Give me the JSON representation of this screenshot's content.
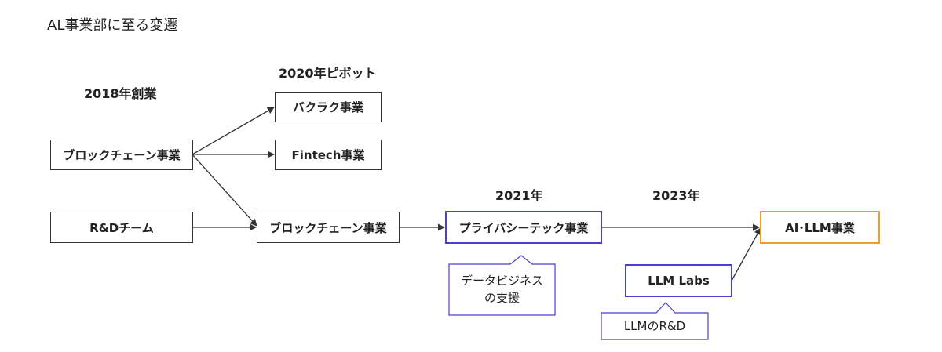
{
  "title": "AL事業部に至る変遷",
  "labels": {
    "founded": "2018年創業",
    "pivot": "2020年ピボット",
    "y2021": "2021年",
    "y2023": "2023年"
  },
  "nodes": {
    "blockchain_2018": "ブロックチェーン事業",
    "rd_team": "R&Dチーム",
    "bakuraku": "バクラク事業",
    "fintech": "Fintech事業",
    "blockchain_2020": "ブロックチェーン事業",
    "privacy_tech": "プライバシーテック事業",
    "llm_labs": "LLM Labs",
    "ai_llm": "AI･LLM事業"
  },
  "callouts": {
    "privacy_line1": "データビジネス",
    "privacy_line2": "の支援",
    "llm_rd": "LLMのR&D"
  },
  "colors": {
    "purple": "#4b3fd1",
    "orange": "#f0a020",
    "line": "#333333"
  }
}
